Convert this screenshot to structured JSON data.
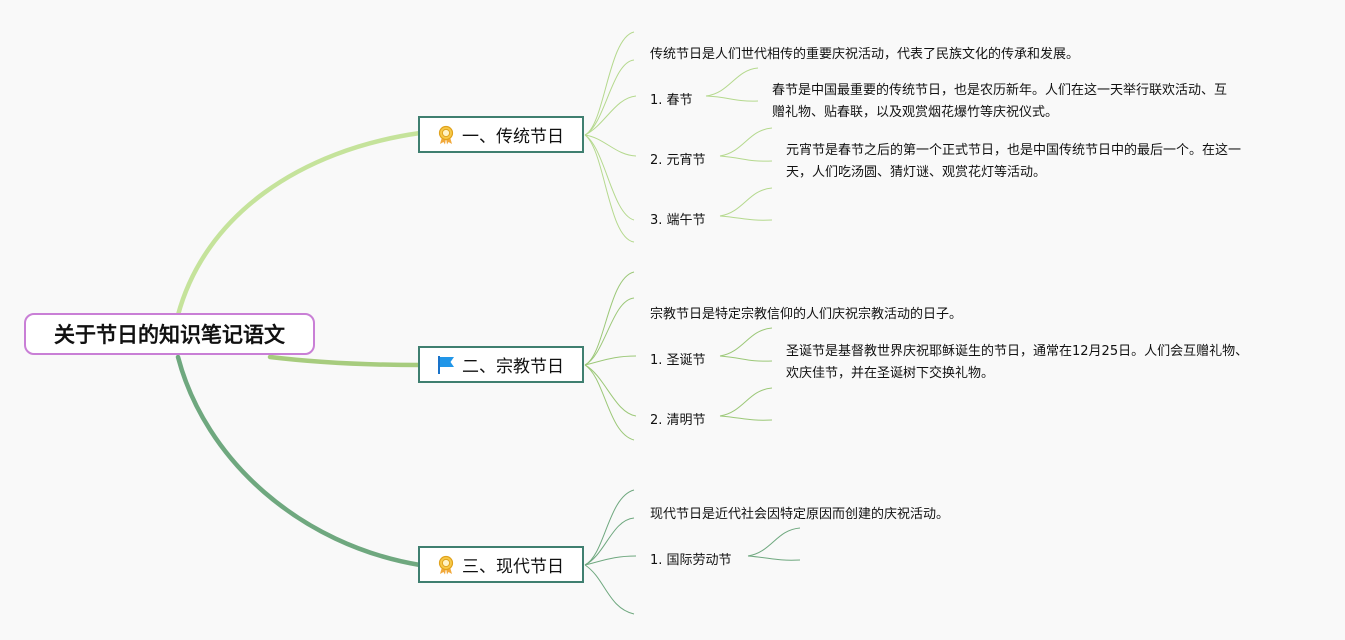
{
  "root": {
    "label": "关于节日的知识笔记语文"
  },
  "topics": [
    {
      "label": "一、传统节日",
      "icon": "award-ribbon-icon",
      "summary": "传统节日是人们世代相传的重要庆祝活动，代表了民族文化的传承和发展。",
      "subs": [
        {
          "label": "1. 春节",
          "note": [
            "春节是中国最重要的传统节日，也是农历新年。人们在这一天举行联欢活动、互",
            "赠礼物、贴春联，以及观赏烟花爆竹等庆祝仪式。"
          ]
        },
        {
          "label": "2. 元宵节",
          "note": [
            "元宵节是春节之后的第一个正式节日，也是中国传统节日中的最后一个。在这一",
            "天，人们吃汤圆、猜灯谜、观赏花灯等活动。"
          ]
        },
        {
          "label": "3. 端午节",
          "note": []
        }
      ]
    },
    {
      "label": "二、宗教节日",
      "icon": "flag-icon",
      "summary": "宗教节日是特定宗教信仰的人们庆祝宗教活动的日子。",
      "subs": [
        {
          "label": "1. 圣诞节",
          "note": [
            "圣诞节是基督教世界庆祝耶稣诞生的节日，通常在12月25日。人们会互赠礼物、",
            "欢庆佳节，并在圣诞树下交换礼物。"
          ]
        },
        {
          "label": "2. 清明节",
          "note": []
        }
      ]
    },
    {
      "label": "三、现代节日",
      "icon": "award-ribbon-icon",
      "summary": "现代节日是近代社会因特定原因而创建的庆祝活动。",
      "subs": [
        {
          "label": "1. 国际劳动节",
          "note": []
        }
      ]
    }
  ],
  "colors": {
    "root_border": "#c97fd6",
    "topic_border": "#3f7f70",
    "branch_1": "#c5e39b",
    "branch_2": "#a7cc7e",
    "branch_3": "#6fa87f",
    "thin_1": "#b5d98e",
    "thin_2": "#9cc878",
    "thin_3": "#6fa87f"
  }
}
